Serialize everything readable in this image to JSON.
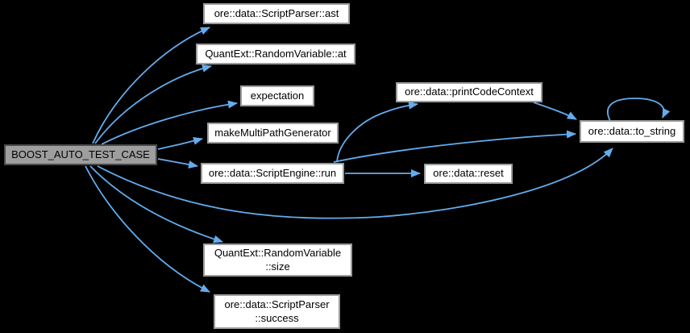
{
  "diagram": {
    "type": "doxygen-call-graph",
    "colors": {
      "background": "#000000",
      "edge": "#63ACEE",
      "node_fill": "#FFFFFF",
      "node_border": "#9C9C9C",
      "root_fill": "#9E9E9E",
      "root_border": "#4A4A4A",
      "text": "#000000"
    },
    "nodes": {
      "root": {
        "label": "BOOST_AUTO_TEST_CASE"
      },
      "ast": {
        "label": "ore::data::ScriptParser::ast"
      },
      "at": {
        "label": "QuantExt::RandomVariable::at"
      },
      "expectation": {
        "label": "expectation"
      },
      "makeMultiPathGenerator": {
        "label": "makeMultiPathGenerator"
      },
      "run": {
        "label": "ore::data::ScriptEngine::run"
      },
      "printCodeContext": {
        "label": "ore::data::printCodeContext"
      },
      "toString": {
        "label": "ore::data::to_string"
      },
      "reset": {
        "label": "ore::data::reset"
      },
      "size": {
        "line1": "QuantExt::RandomVariable",
        "line2": "::size"
      },
      "success": {
        "line1": "ore::data::ScriptParser",
        "line2": "::success"
      }
    },
    "edges": [
      {
        "from": "BOOST_AUTO_TEST_CASE",
        "to": "ore::data::ScriptParser::ast"
      },
      {
        "from": "BOOST_AUTO_TEST_CASE",
        "to": "QuantExt::RandomVariable::at"
      },
      {
        "from": "BOOST_AUTO_TEST_CASE",
        "to": "expectation"
      },
      {
        "from": "BOOST_AUTO_TEST_CASE",
        "to": "makeMultiPathGenerator"
      },
      {
        "from": "BOOST_AUTO_TEST_CASE",
        "to": "ore::data::ScriptEngine::run"
      },
      {
        "from": "BOOST_AUTO_TEST_CASE",
        "to": "QuantExt::RandomVariable::size"
      },
      {
        "from": "BOOST_AUTO_TEST_CASE",
        "to": "ore::data::ScriptParser::success"
      },
      {
        "from": "BOOST_AUTO_TEST_CASE",
        "to": "ore::data::to_string"
      },
      {
        "from": "ore::data::ScriptEngine::run",
        "to": "ore::data::printCodeContext"
      },
      {
        "from": "ore::data::ScriptEngine::run",
        "to": "ore::data::reset"
      },
      {
        "from": "ore::data::ScriptEngine::run",
        "to": "ore::data::to_string"
      },
      {
        "from": "ore::data::printCodeContext",
        "to": "ore::data::to_string"
      },
      {
        "from": "ore::data::to_string",
        "to": "ore::data::to_string"
      }
    ]
  }
}
